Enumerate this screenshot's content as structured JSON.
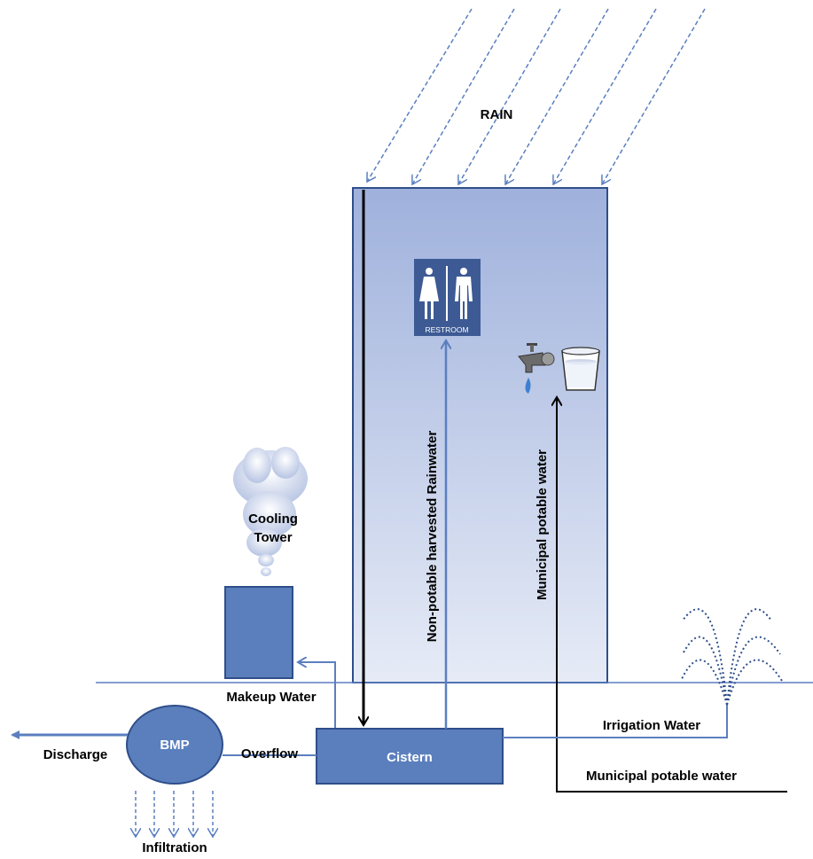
{
  "labels": {
    "rain": "RAIN",
    "cooling_tower": [
      "Cooling",
      "Tower"
    ],
    "makeup_water": "Makeup Water",
    "bmp": "BMP",
    "cistern": "Cistern",
    "discharge": "Discharge",
    "overflow": "Overflow",
    "infiltration": "Infiltration",
    "irrigation_water": "Irrigation Water",
    "municipal_potable_water": "Municipal potable water",
    "municipal_potable_water_vertical": "Municipal potable water",
    "non_potable_rainwater": "Non-potable harvested Rainwater",
    "restroom_sign": "RESTROOM"
  },
  "colors": {
    "flow_blue": "#5b7fc0",
    "box_blue": "#5b7fbd",
    "box_stroke": "#2f4e8a",
    "building_top": "#9fb1dc",
    "building_bottom": "#e4e9f5",
    "restroom_bg": "#3d5a94",
    "black": "#000000"
  },
  "icons": [
    "rain-arrows",
    "restroom-sign-icon",
    "faucet-icon",
    "water-glass-icon",
    "steam-cloud-icon",
    "fountain-icon"
  ]
}
